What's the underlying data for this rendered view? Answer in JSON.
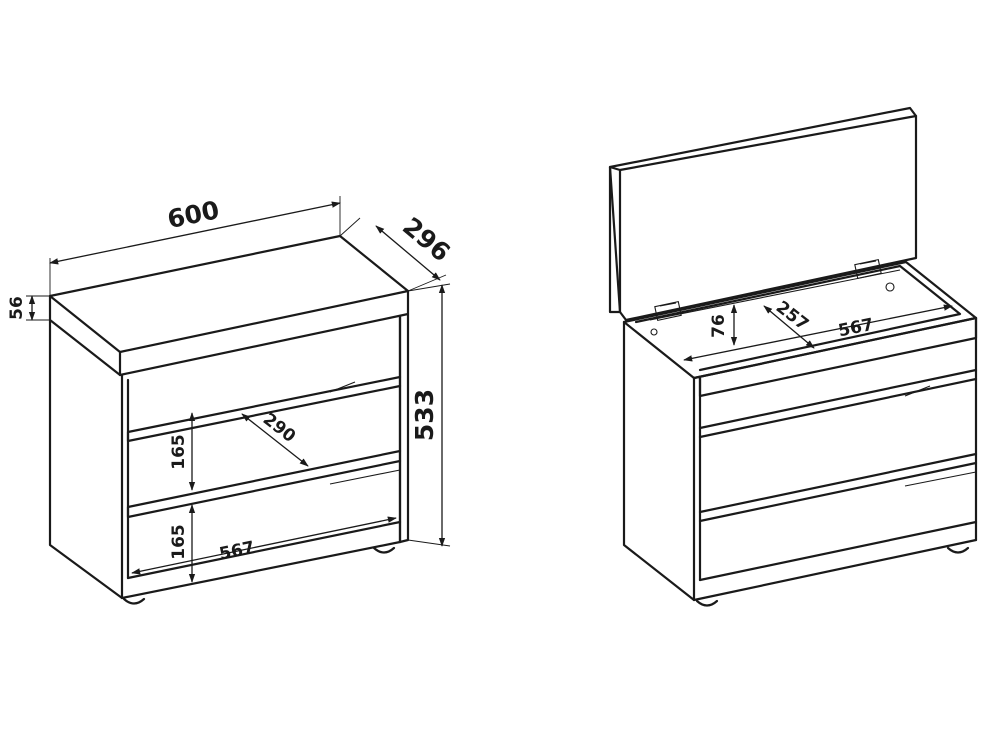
{
  "dimensions": {
    "overall_width": "600",
    "depth": "296",
    "height": "533",
    "lid_thickness": "56",
    "upper_shelf_height": "165",
    "lower_shelf_height": "165",
    "shelf_depth": "290",
    "inner_width": "567",
    "box_depth": "76",
    "box_inner_depth": "257",
    "box_inner_width": "567"
  },
  "icons": {
    "hinge_left": "hinge-icon",
    "hinge_right": "hinge-icon",
    "foot": "foot-icon"
  }
}
